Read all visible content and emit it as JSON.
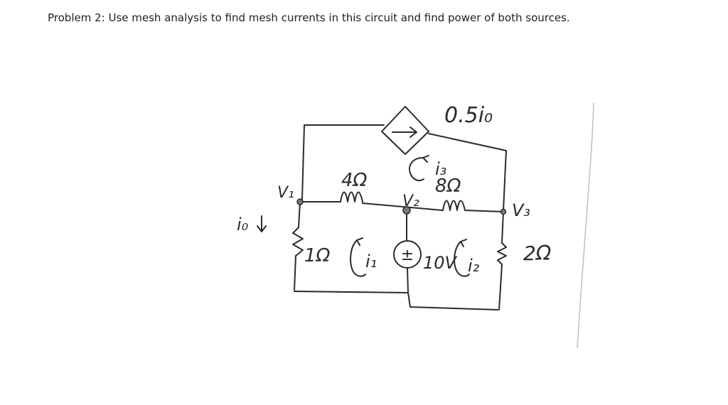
{
  "problem": {
    "label": "Problem 2:",
    "text": "Use mesh analysis to find  mesh currents in this circuit and find power of both sources."
  },
  "circuit": {
    "dependent_current_source": {
      "label": "0.5i₀"
    },
    "resistors": {
      "r1": "1Ω",
      "r4": "4Ω",
      "r8": "8Ω",
      "r2": "2Ω"
    },
    "voltage_source": {
      "label": "10V",
      "polarity": "±"
    },
    "nodes": {
      "v1": "V₁",
      "v2": "V₂",
      "v3": "V₃"
    },
    "mesh_currents": {
      "i1": "i₁",
      "i2": "i₂",
      "i3": "i₃"
    },
    "branch_current": {
      "io": "i₀"
    }
  }
}
